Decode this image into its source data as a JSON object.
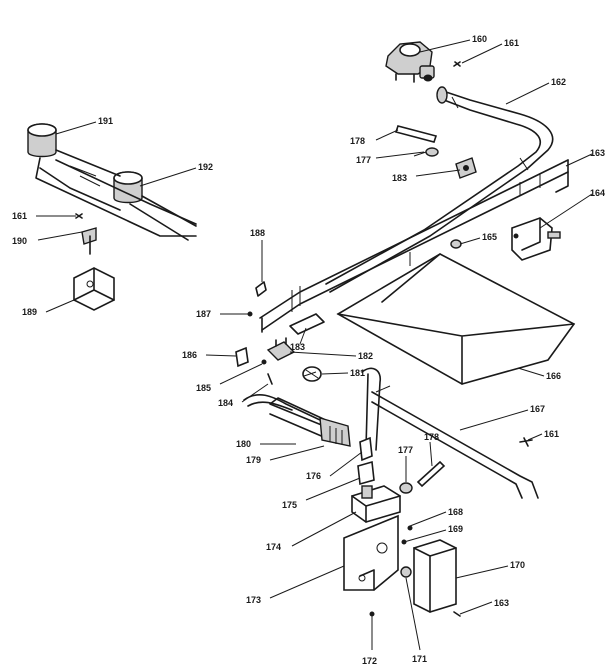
{
  "callouts": {
    "p160": "160",
    "p161a": "161",
    "p162": "162",
    "p178a": "178",
    "p177a": "177",
    "p183a": "183",
    "p163a": "163",
    "p164": "164",
    "p165": "165",
    "p191": "191",
    "p192": "192",
    "p161b": "161",
    "p190": "190",
    "p189": "189",
    "p188": "188",
    "p187": "187",
    "p183b": "183",
    "p166": "166",
    "p186": "186",
    "p182": "182",
    "p181": "181",
    "p185": "185",
    "p184": "184",
    "p167": "167",
    "p161c": "161",
    "p180": "180",
    "p179": "179",
    "p176": "176",
    "p177b": "177",
    "p178b": "178",
    "p175": "175",
    "p174": "174",
    "p168": "168",
    "p169": "169",
    "p170": "170",
    "p173": "173",
    "p163b": "163",
    "p172": "172",
    "p171": "171"
  }
}
